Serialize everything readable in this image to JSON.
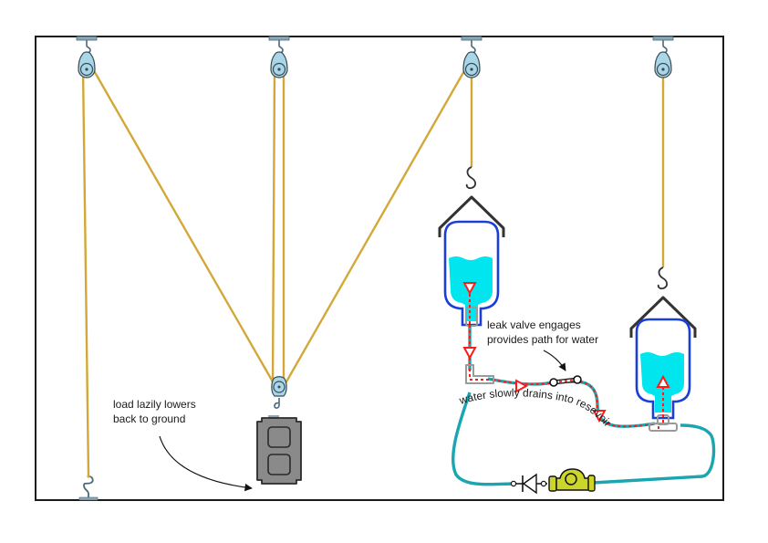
{
  "diagram": {
    "title": "Water-counterweight pulley lift",
    "annotations": {
      "load_line1": "load lazily lowers",
      "load_line2": "back to ground",
      "valve_line1": "leak valve engages",
      "valve_line2": "provides path for water",
      "drain_curve": "water slowly drains into resevoir"
    },
    "colors": {
      "rope": "#d4a838",
      "pulley_fill": "#a9d7e8",
      "pulley_stroke": "#3a4a55",
      "hook": "#4a6878",
      "mount": "#8aa8b8",
      "tank_outline": "#1a3fd8",
      "water": "#00e5ee",
      "hose": "#1aa6b0",
      "flow_arrow": "#ff1a1a",
      "block_fill": "#8a8a8a",
      "block_stroke": "#2a2a2a",
      "pump_fill": "#ccd62a",
      "frame": "#1a1a1a",
      "sling": "#333333",
      "fitting": "#9a9a9a"
    },
    "components": [
      {
        "id": "pulley-1",
        "type": "fixed-pulley"
      },
      {
        "id": "pulley-2",
        "type": "fixed-pulley"
      },
      {
        "id": "pulley-3",
        "type": "fixed-pulley"
      },
      {
        "id": "pulley-4",
        "type": "fixed-pulley"
      },
      {
        "id": "moving-pulley",
        "type": "movable-pulley"
      },
      {
        "id": "load",
        "type": "cinder-block"
      },
      {
        "id": "upper-tank",
        "type": "water-tank"
      },
      {
        "id": "reservoir-tank",
        "type": "water-tank"
      },
      {
        "id": "leak-valve",
        "type": "valve"
      },
      {
        "id": "check-valve",
        "type": "diode-valve"
      },
      {
        "id": "pump",
        "type": "pump"
      },
      {
        "id": "ground-anchor",
        "type": "hook"
      }
    ]
  }
}
